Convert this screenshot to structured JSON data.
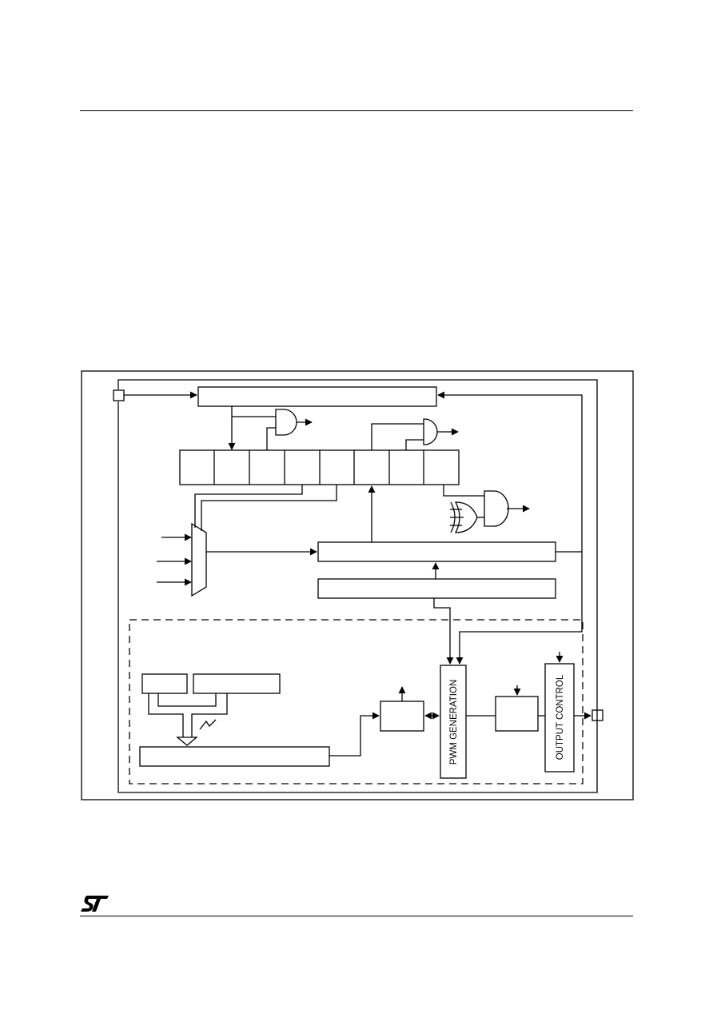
{
  "diagram": {
    "blocks": {
      "pwm_generation": {
        "label": "PWM GENERATION"
      },
      "output_control": {
        "label": "OUTPUT CONTROL"
      }
    }
  },
  "footer": {
    "logo": {
      "name": "ST",
      "icon": "st-logo"
    }
  }
}
